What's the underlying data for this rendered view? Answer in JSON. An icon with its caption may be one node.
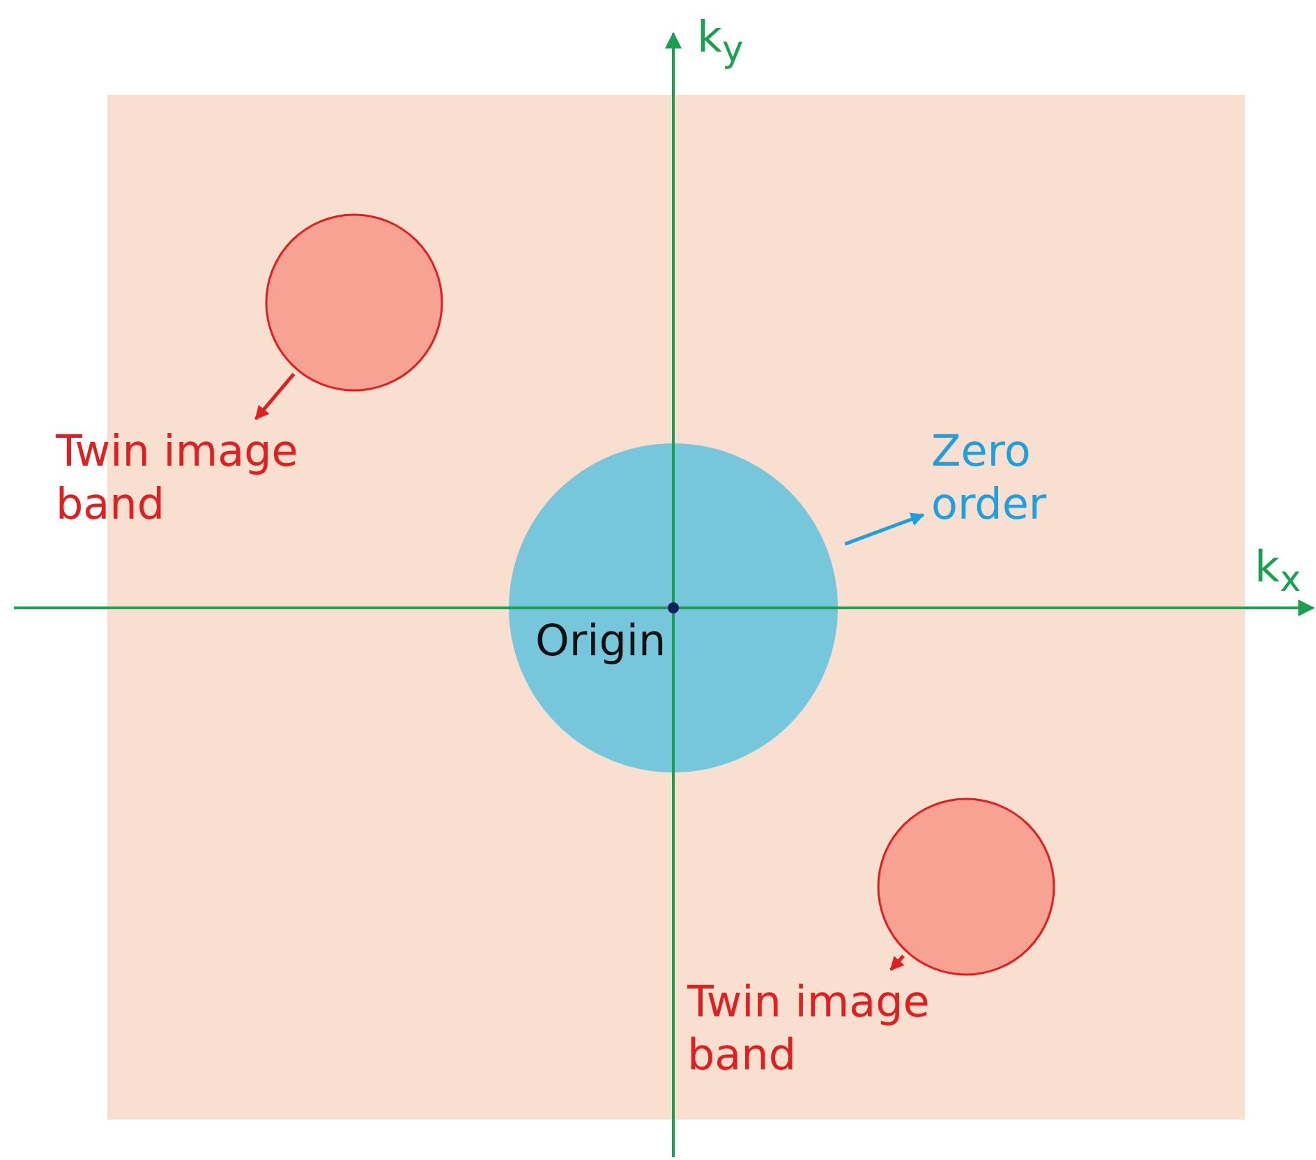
{
  "diagram": {
    "nodes": [
      {
        "text": [],
        "shape": "circle"
      },
      {
        "text": [
          "Twin image band"
        ]
      },
      {
        "text": [],
        "shape": "circle"
      },
      {
        "text": [
          "Zero order"
        ]
      },
      {
        "text": [],
        "shape": "circle"
      },
      {
        "text": [
          "Twin image band"
        ]
      }
    ],
    "edges": [
      {
        "from": 0,
        "to": 1,
        "arrow": "to"
      },
      {
        "from": 2,
        "to": 3,
        "arrow": "to",
        "color": "#1ea0e0"
      },
      {
        "from": 4,
        "to": 5,
        "arrow": "to"
      }
    ],
    "labels": [
      "k$_{y}$",
      "k$_{x}$",
      "Origin"
    ]
  }
}
